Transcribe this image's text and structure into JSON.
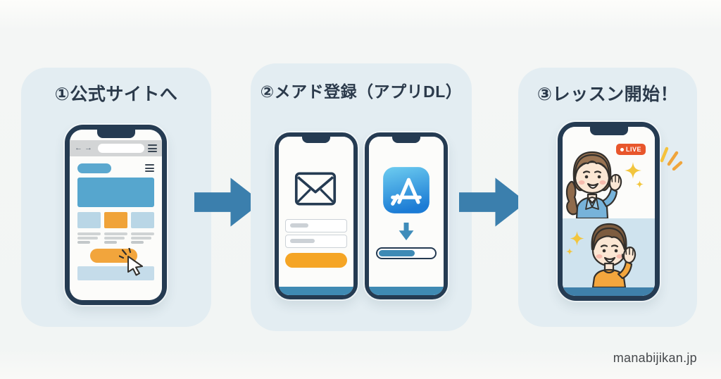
{
  "steps": [
    {
      "title": "①公式サイトへ"
    },
    {
      "title": "②メアド登録（アプリDL）"
    },
    {
      "title": "③レッスン開始！",
      "live_badge": "LIVE"
    }
  ],
  "phone1": {
    "browser": {
      "back": "←",
      "forward": "→"
    }
  },
  "watermark": "manabijikan.jp",
  "icons": {
    "back_arrow": "←",
    "forward_arrow": "→",
    "menu": "≡"
  },
  "colors": {
    "card_bg": "#e3edf2",
    "frame_navy": "#253b52",
    "flow_blue": "#3b7fad",
    "accent_orange": "#f2a53c",
    "sky_blue": "#56a6ce",
    "light_blue": "#b9d6e6",
    "footer_blue": "#3f8ab3",
    "live_red": "#e8562c",
    "sparkle_yellow": "#f2c53d",
    "title_text": "#2b3a4b"
  }
}
